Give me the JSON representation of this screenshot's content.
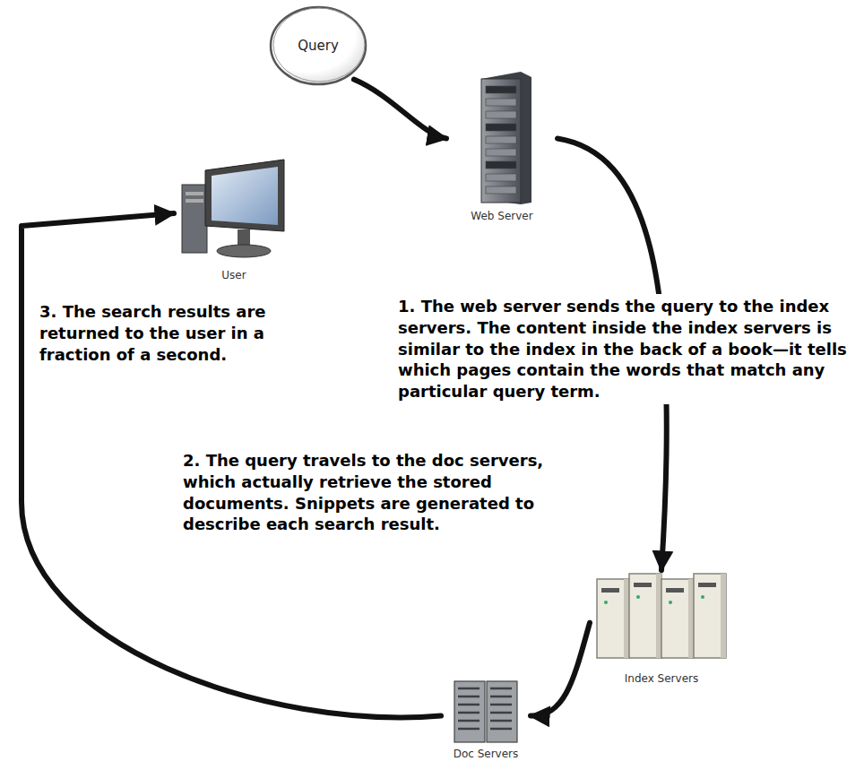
{
  "diagram": {
    "nodes": [
      {
        "text": [
          "Query"
        ]
      },
      {
        "text": [
          "Web Server"
        ]
      },
      {
        "text": [
          "Index Servers"
        ]
      },
      {
        "text": [
          "Doc Servers"
        ]
      },
      {
        "text": [
          "User"
        ]
      }
    ],
    "edges": [
      {
        "from": 0,
        "to": 1,
        "arrow": "to"
      },
      {
        "from": 1,
        "to": 2,
        "arrow": "to"
      },
      {
        "from": 2,
        "to": 3,
        "arrow": "to"
      },
      {
        "from": 3,
        "to": 4,
        "arrow": "to"
      }
    ],
    "labels": [
      "1. The web server sends the query to the index servers. The content inside the index servers is similar to the index in the back of a book—it tells which pages contain the words that match any particular query term.",
      "2. The query travels to the doc servers, which actually retrieve the stored documents. Snippets are generated to describe each search result.",
      "3. The search results are returned to the user in a fraction of a second."
    ]
  }
}
